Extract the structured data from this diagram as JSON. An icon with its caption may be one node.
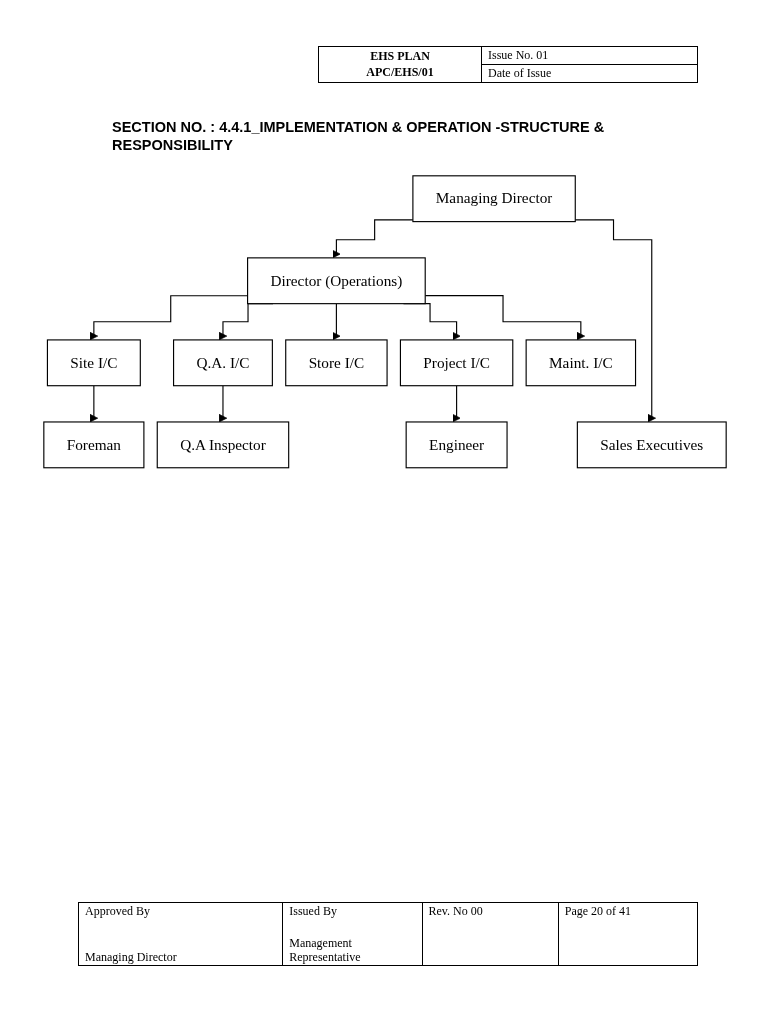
{
  "diagram": {
    "title": "SECTION NO. : 4.4.1_IMPLEMENTATION & OPERATION -STRUCTURE & RESPONSIBILITY",
    "nodes": [
      {
        "text": [
          "Managing Director"
        ]
      },
      {
        "text": [
          "Director (Operations)"
        ]
      },
      {
        "text": [
          "Site I/C"
        ]
      },
      {
        "text": [
          "Q.A. I/C"
        ]
      },
      {
        "text": [
          "Store I/C"
        ]
      },
      {
        "text": [
          "Project I/C"
        ]
      },
      {
        "text": [
          "Maint. I/C"
        ]
      },
      {
        "text": [
          "Foreman"
        ]
      },
      {
        "text": [
          "Q.A Inspector"
        ]
      },
      {
        "text": [
          "Engineer"
        ]
      },
      {
        "text": [
          "Sales Executives"
        ]
      }
    ],
    "edges": [
      {
        "from": 0,
        "to": 1,
        "arrow": "to"
      },
      {
        "from": 1,
        "to": 2,
        "arrow": "to"
      },
      {
        "from": 1,
        "to": 3,
        "arrow": "to"
      },
      {
        "from": 1,
        "to": 4,
        "arrow": "to"
      },
      {
        "from": 1,
        "to": 5,
        "arrow": "to"
      },
      {
        "from": 1,
        "to": 6,
        "arrow": "to"
      },
      {
        "from": 2,
        "to": 7,
        "arrow": "to"
      },
      {
        "from": 3,
        "to": 8,
        "arrow": "to"
      },
      {
        "from": 5,
        "to": 9,
        "arrow": "to"
      },
      {
        "from": 0,
        "to": 10,
        "arrow": "to"
      }
    ],
    "labels": [
      "EHS PLAN",
      "APC/EHS/01",
      "Issue No. 01",
      "Date of Issue",
      "Approved By",
      "Managing Director",
      "Issued By",
      "Management Representative",
      "Rev. No 00",
      "Page 20 of 41"
    ]
  }
}
